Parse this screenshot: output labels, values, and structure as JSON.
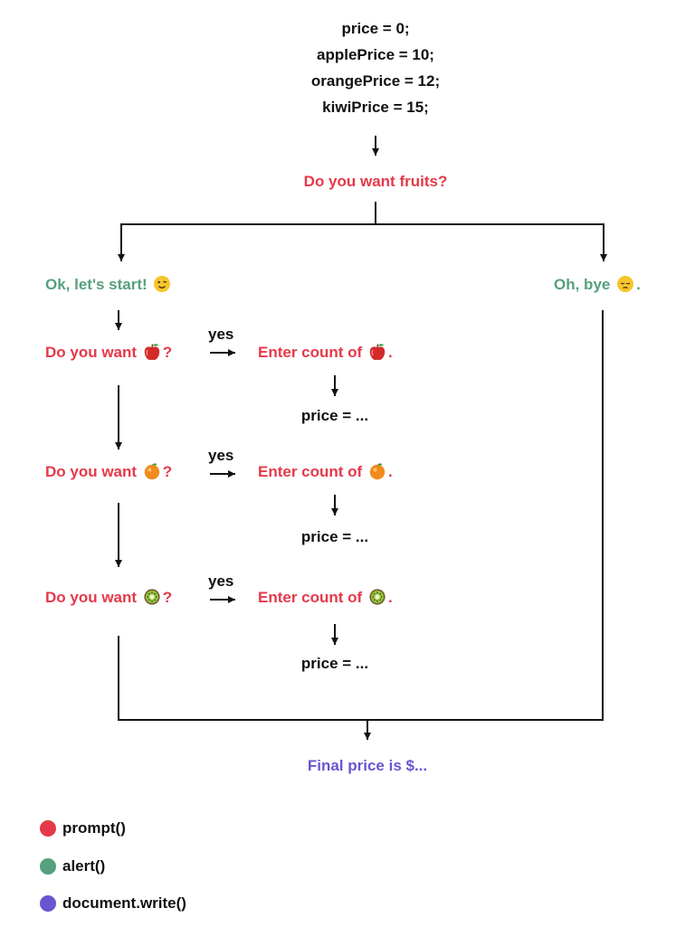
{
  "init_lines": [
    "price = 0;",
    "applePrice = 10;",
    "orangePrice = 12;",
    "kiwiPrice = 15;"
  ],
  "question_fruits": "Do you want fruits?",
  "start": {
    "text": "Ok, let's start!",
    "emoji": "winking-face"
  },
  "bye": {
    "text": "Oh, bye",
    "emoji": "pensive-face",
    "suffix": "."
  },
  "steps": [
    {
      "fruit": "apple",
      "ask_prefix": "Do you want",
      "ask_suffix": "?",
      "yes": "yes",
      "enter_prefix": "Enter count of",
      "enter_suffix": ".",
      "price": "price = ..."
    },
    {
      "fruit": "orange",
      "ask_prefix": "Do you want",
      "ask_suffix": "?",
      "yes": "yes",
      "enter_prefix": "Enter count of",
      "enter_suffix": ".",
      "price": "price = ..."
    },
    {
      "fruit": "kiwi",
      "ask_prefix": "Do you want",
      "ask_suffix": "?",
      "yes": "yes",
      "enter_prefix": "Enter count of",
      "enter_suffix": ".",
      "price": "price = ..."
    }
  ],
  "final": "Final price is $...",
  "legend": [
    {
      "label": "prompt()",
      "color": "#e5394a"
    },
    {
      "label": "alert()",
      "color": "#56a07c"
    },
    {
      "label": "document.write()",
      "color": "#6a55cf"
    }
  ],
  "colors": {
    "prompt": "#e5394a",
    "alert": "#56a07c",
    "write": "#6a55cf",
    "line": "#111111"
  }
}
